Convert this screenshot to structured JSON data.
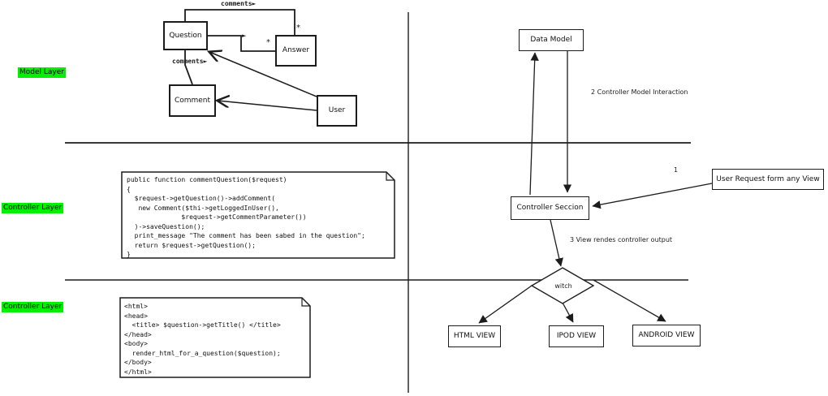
{
  "layers": {
    "model_label": "Model Layer",
    "controller_label": "Controller Layer",
    "view_label": "Controller Layer"
  },
  "model_diagram": {
    "question": "Question",
    "answer": "Answer",
    "comment": "Comment",
    "user": "User"
  },
  "flow_diagram": {
    "data_model": "Data Model",
    "controller_seccion": "Controller Seccion",
    "user_request": "User Request form any View",
    "witch": "witch",
    "html_view": "HTML VIEW",
    "ipod_view": "IPOD VIEW",
    "android_view": "ANDROID VIEW"
  },
  "annotations": {
    "comments_top": "comments►",
    "comments_mid": "comments►",
    "assoc_arrow": "►",
    "star_top": "*",
    "star_side": "*",
    "step1": "1",
    "step2": "2 Controller Model Interaction",
    "step3": "3 View rendes controller output"
  },
  "controller_code": "public function commentQuestion($request)\n{\n  $request->getQuestion()->addComment(\n   new Comment($thi->getLoggedInUser(),\n              $request->getCommentParameter())\n  )->saveQuestion();\n  print_message \"The comment has been sabed in the question\";\n  return $request->getQuestion();\n}",
  "view_code": "<html>\n<head>\n  <title> $question->getTitle() </title>\n</head>\n<body>\n  render_html_for_a_question($question);\n</body>\n</html>",
  "colors": {
    "highlight": "#00f000",
    "line": "#1c1c1c",
    "background": "#ffffff"
  }
}
